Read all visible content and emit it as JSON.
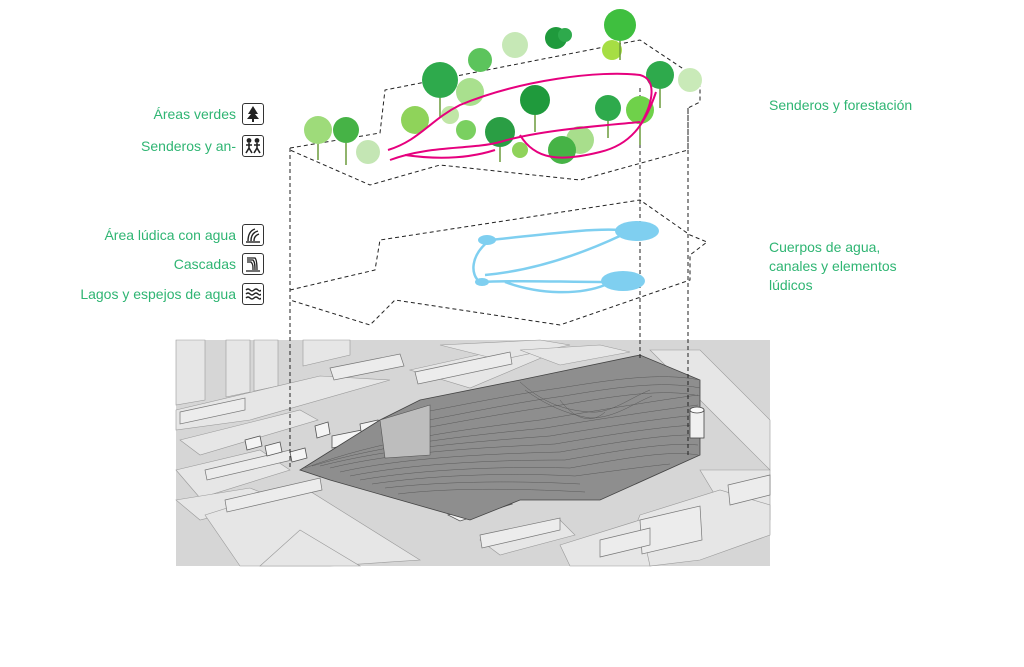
{
  "legend": {
    "items": [
      {
        "label": "Áreas verdes",
        "icon": "tree-icon"
      },
      {
        "label": "Senderos y an-",
        "icon": "walkers-icon"
      },
      {
        "label": "Área lúdica con agua",
        "icon": "water-play-icon"
      },
      {
        "label": "Cascadas",
        "icon": "waterfall-icon"
      },
      {
        "label": "Lagos y espejos de agua",
        "icon": "waves-icon"
      }
    ]
  },
  "layers": {
    "top": {
      "label": "Senderos y forestación"
    },
    "middle": {
      "lines": [
        "Cuerpos de agua,",
        "canales y elementos",
        "lúdicos"
      ]
    }
  },
  "colors": {
    "label_green": "#2fb573",
    "path_magenta": "#e6007e",
    "water_blue": "#7fcff0",
    "ground_gray": "#d9d9d9",
    "block_gray": "#e4e4e4"
  }
}
